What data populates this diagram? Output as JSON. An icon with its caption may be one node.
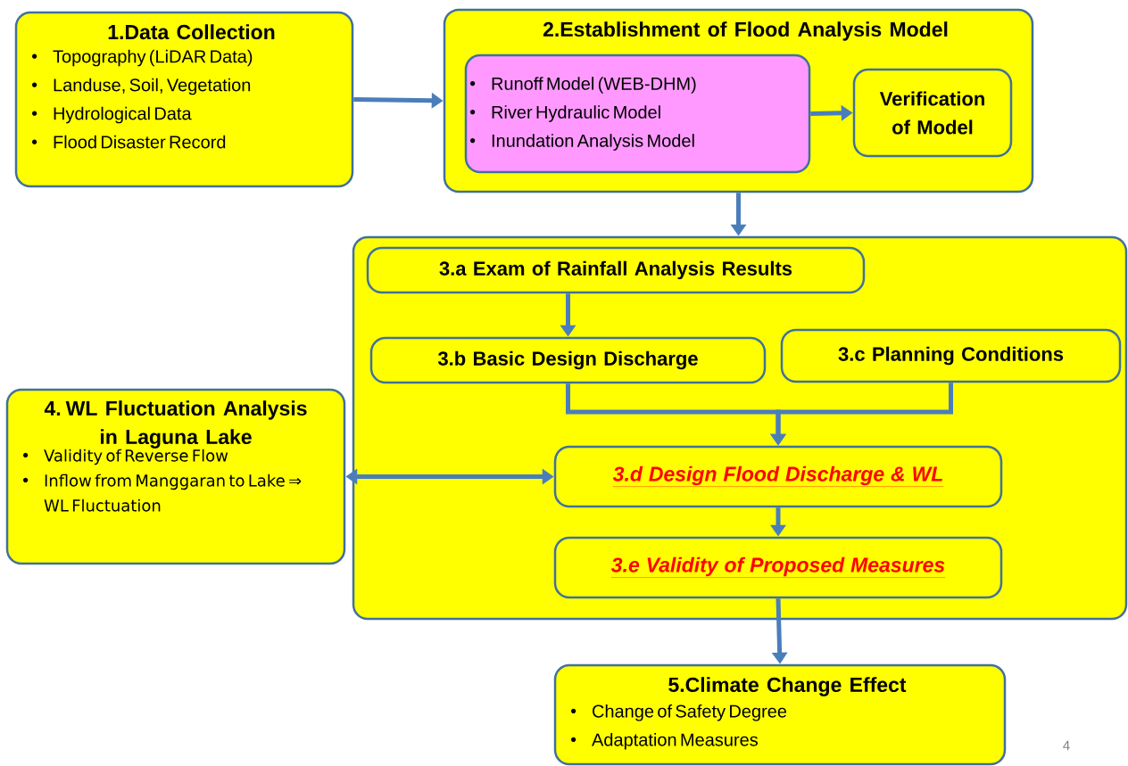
{
  "diagram": {
    "nodes": [
      {
        "text": [
          "1.Data Collection",
          "Topography (LiDAR Data)",
          "Landuse, Soil, Vegetation",
          "Hydrological Data",
          "Flood Disaster Record"
        ]
      },
      {
        "text": [
          "2.Establishment of Flood Analysis Model"
        ]
      },
      {
        "text": [
          "Runoff Model (WEB-DHM)",
          "River Hydraulic Model",
          "Inundation Analysis Model"
        ],
        "in": 1
      },
      {
        "text": [
          "Verification of Model"
        ],
        "in": 1
      },
      {
        "text": [],
        "shape": "box"
      },
      {
        "text": [
          "3.a  Exam of Rainfall Analysis Results"
        ],
        "in": 4
      },
      {
        "text": [
          "3.b  Basic Design Discharge"
        ],
        "in": 4
      },
      {
        "text": [
          "3.c  Planning Conditions"
        ],
        "in": 4
      },
      {
        "text": [
          "3.d  Design Flood Discharge & WL"
        ],
        "in": 4
      },
      {
        "text": [
          "3.e  Validity of Proposed Measures"
        ],
        "in": 4
      },
      {
        "text": [
          "4. WL Fluctuation Analysis in Laguna Lake",
          "Validity of Reverse Flow",
          "Inflow from Manggaran to Lake ⇒ WL Fluctuation"
        ]
      },
      {
        "text": [
          "5.Climate Change Effect",
          "Change of Safety Degree",
          "Adaptation Measures"
        ]
      }
    ],
    "edges": [
      {
        "from": 0,
        "to": 1,
        "arrow": "to"
      },
      {
        "from": 2,
        "to": 3,
        "arrow": "to"
      },
      {
        "from": 1,
        "to": 4,
        "arrow": "to"
      },
      {
        "from": 5,
        "to": 6,
        "arrow": "to"
      },
      {
        "from": 6,
        "to": 8,
        "arrow": "to"
      },
      {
        "from": 7,
        "to": 8,
        "arrow": "to"
      },
      {
        "from": 10,
        "to": 8,
        "arrow": "both"
      },
      {
        "from": 8,
        "to": 9,
        "arrow": "to"
      },
      {
        "from": 9,
        "to": 11,
        "arrow": "to"
      }
    ],
    "labels": [
      "4"
    ]
  }
}
